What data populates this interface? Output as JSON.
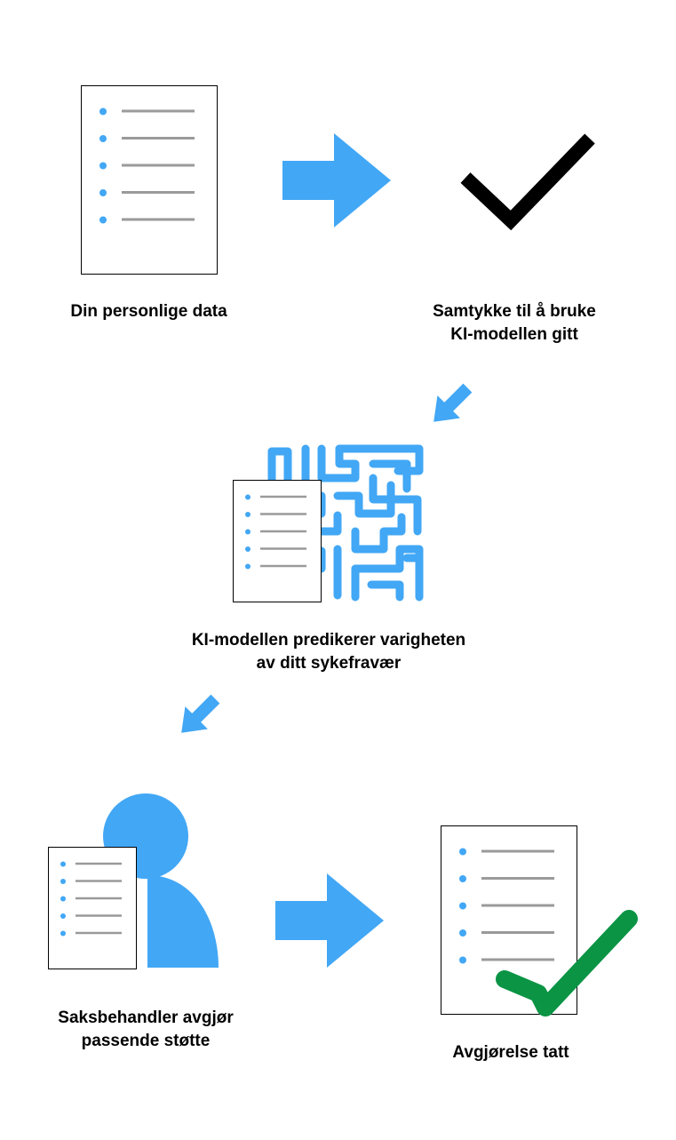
{
  "colors": {
    "accent": "#42A7F5",
    "line": "#9A9A9A",
    "check_black": "#000000",
    "check_green": "#0A9444"
  },
  "steps": [
    {
      "label": "Din personlige data",
      "icon": "document-icon"
    },
    {
      "label": "Samtykke til å bruke\nKI-modellen gitt",
      "icon": "checkmark-icon"
    },
    {
      "label": "KI-modellen predikerer varigheten\nav ditt sykefravær",
      "icon": "maze-document-icon"
    },
    {
      "label": "Saksbehandler avgjør\npassende støtte",
      "icon": "person-document-icon"
    },
    {
      "label": "Avgjørelse tatt",
      "icon": "document-green-check-icon"
    }
  ],
  "arrows": [
    "arrow-right-icon",
    "arrow-down-left-icon",
    "arrow-down-left-icon",
    "arrow-right-icon"
  ]
}
